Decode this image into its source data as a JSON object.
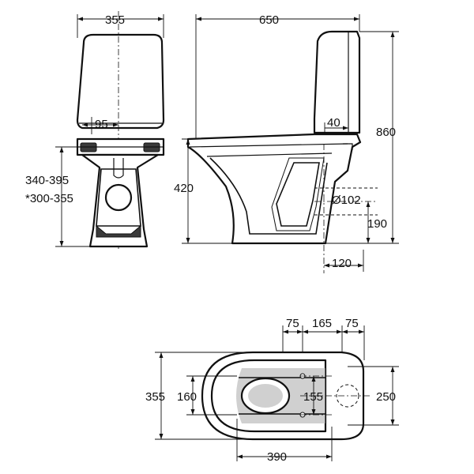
{
  "front_view": {
    "width": "355",
    "flush_offset": "95",
    "seat_height_range": "340-395",
    "seat_height_range_alt": "*300-355"
  },
  "side_view": {
    "depth": "650",
    "tank_offset": "40",
    "total_height": "860",
    "seat_height": "420",
    "outlet_diameter": "Ø102",
    "outlet_height": "190",
    "outlet_distance": "120"
  },
  "top_view": {
    "dim_75_left": "75",
    "dim_165": "165",
    "dim_75_right": "75",
    "bowl_width": "355",
    "inner_width": "160",
    "bolt_spacing": "155",
    "tank_width": "250",
    "fixing_length": "390"
  }
}
